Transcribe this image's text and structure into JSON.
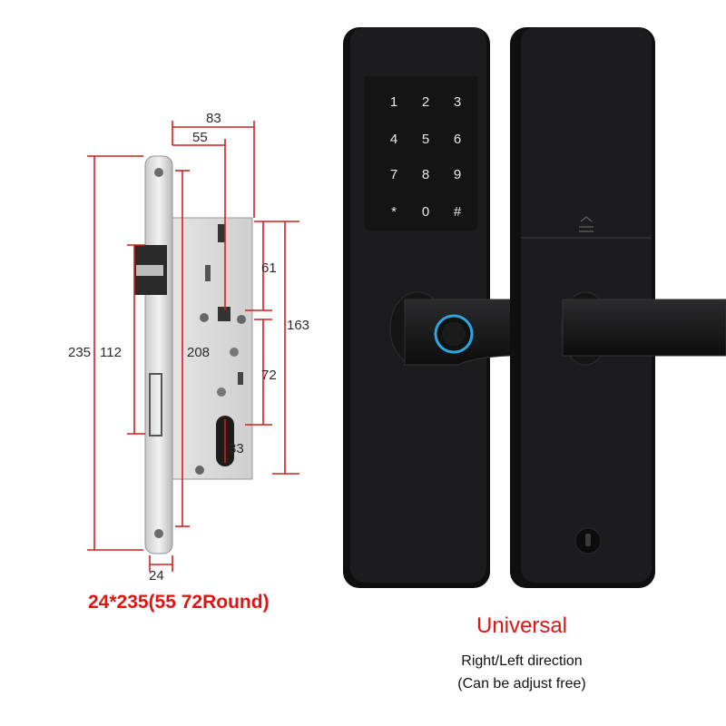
{
  "dimensions": {
    "width_83": "83",
    "width_55": "55",
    "height_235": "235",
    "height_112": "112",
    "height_208": "208",
    "height_61": "61",
    "height_163": "163",
    "height_72": "72",
    "size_33": "33",
    "width_24": "24"
  },
  "keypad": {
    "keys": [
      "1",
      "2",
      "3",
      "4",
      "5",
      "6",
      "7",
      "8",
      "9",
      "*",
      "0",
      "#"
    ]
  },
  "captions": {
    "spec": "24*235(55 72Round)",
    "headline": "Universal",
    "line1": "Right/Left direction",
    "line2": "(Can be adjust free)"
  },
  "colors": {
    "accent_red": "#e11414",
    "dimension_red": "#d21e1e",
    "lock_body": "#1c1c1e",
    "fingerprint_ring": "#2aa6e0"
  }
}
